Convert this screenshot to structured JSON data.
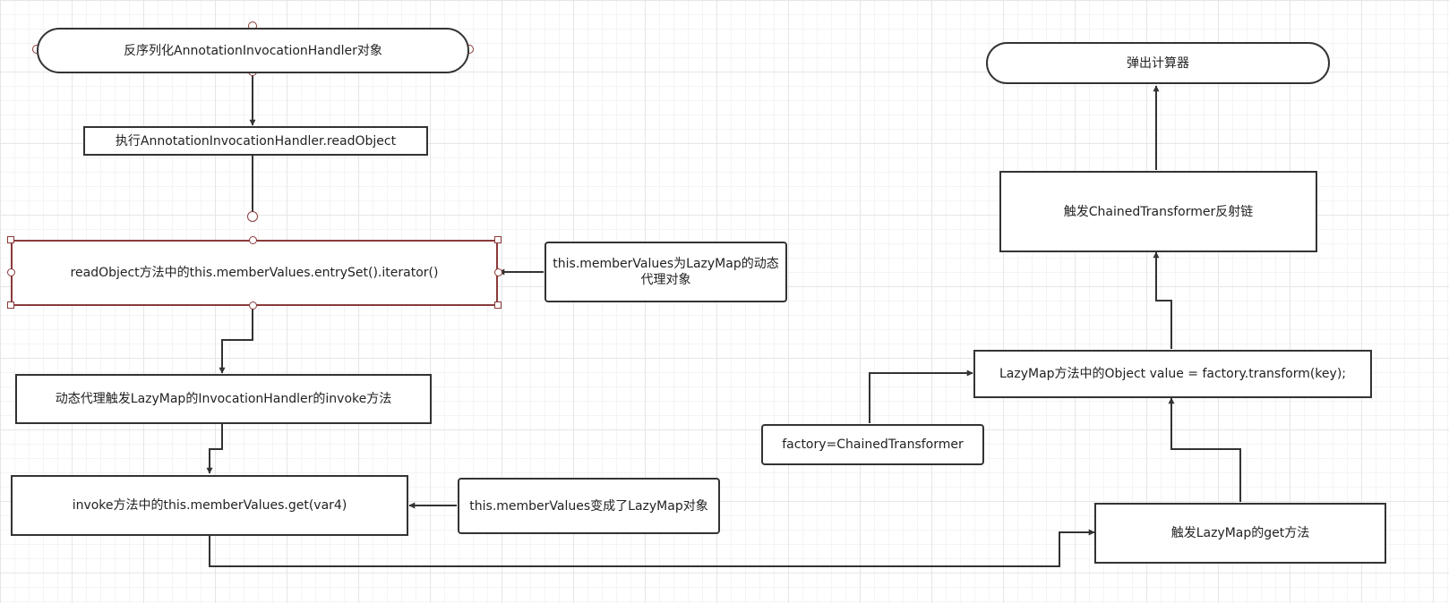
{
  "nodes": {
    "start": "反序列化AnnotationInvocationHandler对象",
    "exec_readobject": "执行AnnotationInvocationHandler.readObject",
    "entryset": "readObject方法中的this.memberValues.entrySet().iterator()",
    "note_proxy": "this.memberValues为LazyMap的动态代理对象",
    "proxy_invoke": "动态代理触发LazyMap的InvocationHandler的invoke方法",
    "invoke_get": "invoke方法中的this.memberValues.get(var4)",
    "note_lazymap": "this.memberValues变成了LazyMap对象",
    "trigger_get": "触发LazyMap的get方法",
    "factory": "factory=ChainedTransformer",
    "transform": "LazyMap方法中的Object value = factory.transform(key);",
    "chained": "触发ChainedTransformer反射链",
    "calc": "弹出计算器"
  },
  "colors": {
    "stroke": "#333333",
    "selection": "#8a3a3a",
    "grid_major": "#e6e6e6",
    "grid_minor": "#f4f4f4"
  }
}
